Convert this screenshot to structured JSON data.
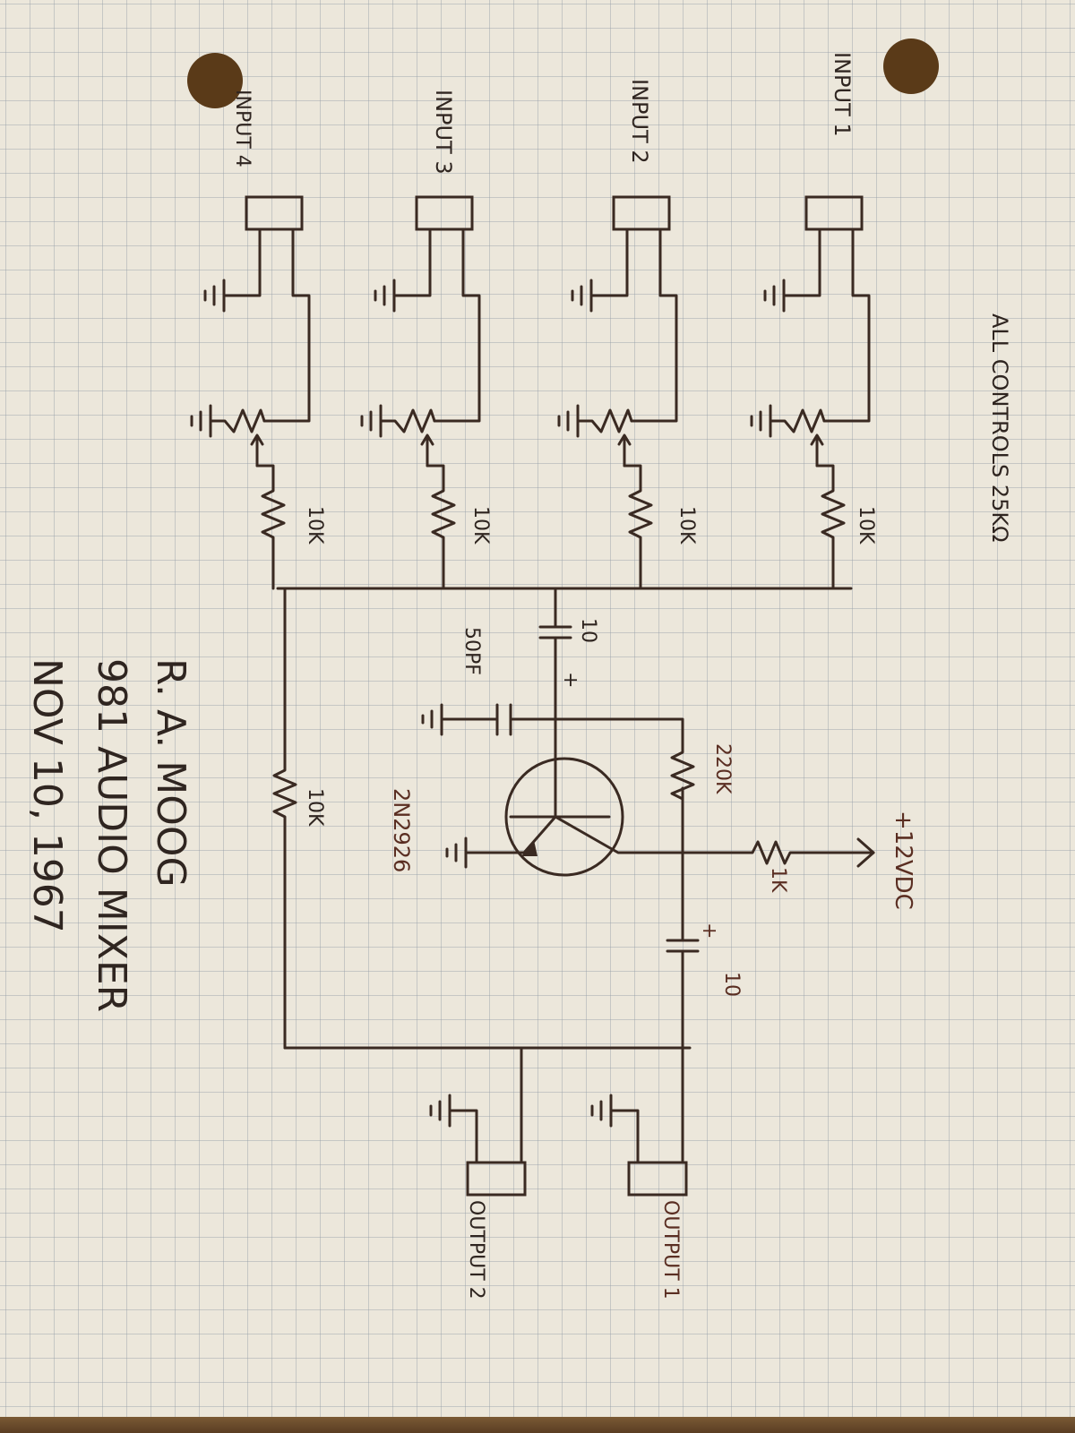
{
  "schematic": {
    "note": "ALL CONTROLS 25KΩ",
    "inputs": [
      "INPUT 1",
      "INPUT 2",
      "INPUT 3",
      "INPUT 4"
    ],
    "outputs": [
      "OUTPUT 1",
      "OUTPUT 2"
    ],
    "mix_resistor_label": "10K",
    "coupling_cap_label": "10",
    "coupling_cap_polarity": "+",
    "bypass_cap_label": "50PF",
    "bias_resistor_label": "220K",
    "collector_resistor_label": "1K",
    "output_cap_label": "10",
    "output_cap_polarity": "+",
    "feedback_resistor_label": "10K",
    "supply_label": "+12VDC",
    "transistor_label": "2N2926"
  },
  "title_block": {
    "author": "R. A. MOOG",
    "title": "981 AUDIO MIXER",
    "date": "NOV 10, 1967"
  },
  "colors": {
    "paper": "#ece7db",
    "ink": "#3a2a22",
    "grid": "#9aa0aa",
    "punch_hole": "#5a3a18"
  }
}
